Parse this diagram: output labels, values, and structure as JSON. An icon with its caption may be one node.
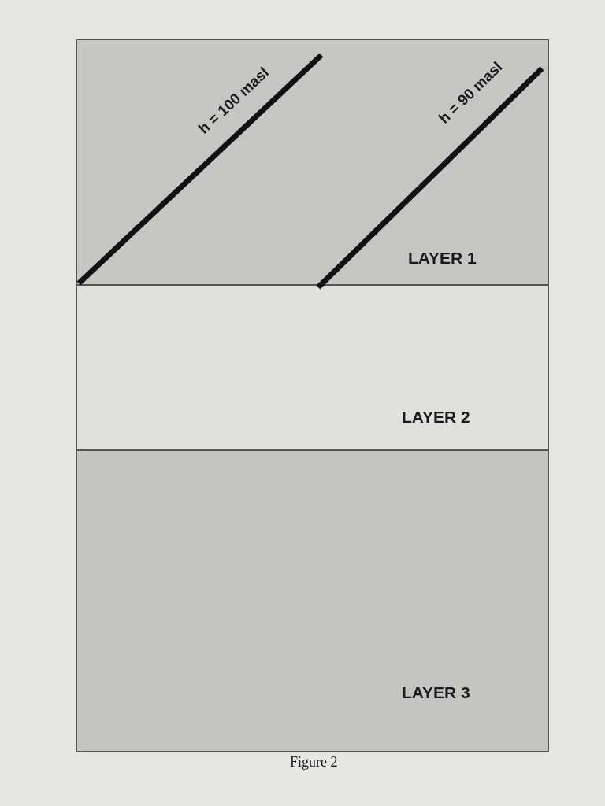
{
  "diagram": {
    "caption": "Figure 2",
    "nodes": [
      {
        "text": [
          "LAYER 1"
        ]
      },
      {
        "text": [
          "LAYER 2"
        ]
      },
      {
        "text": [
          "LAYER 3"
        ]
      }
    ],
    "labels": [
      "h = 100 masl",
      "h = 90 masl"
    ]
  }
}
